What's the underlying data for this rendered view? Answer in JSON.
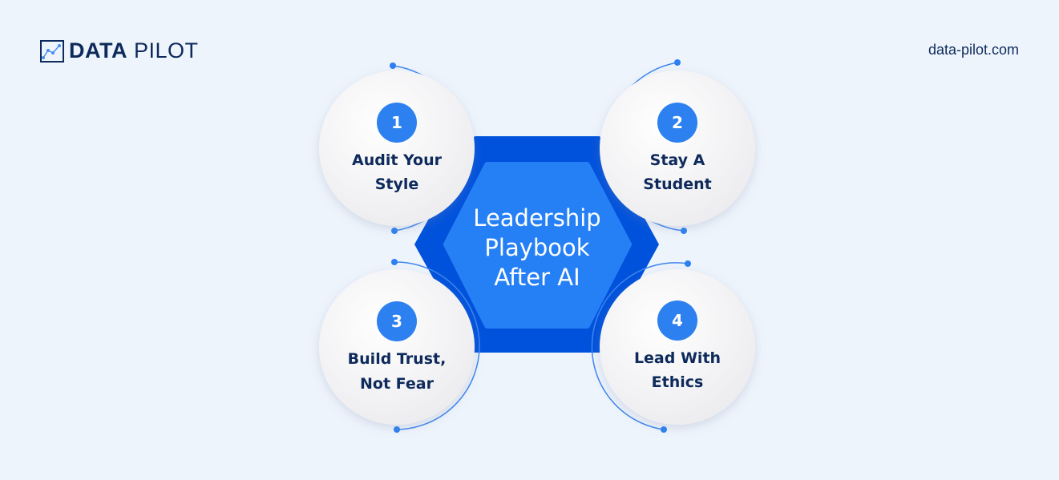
{
  "brand": {
    "bold": "DATA",
    "light": "PILOT",
    "website": "data-pilot.com"
  },
  "center": {
    "lines": [
      "Leadership",
      "Playbook",
      "After AI"
    ]
  },
  "items": [
    {
      "number": "1",
      "lines": [
        "Audit Your",
        "Style"
      ]
    },
    {
      "number": "2",
      "lines": [
        "Stay A",
        "Student"
      ]
    },
    {
      "number": "3",
      "lines": [
        "Build Trust,",
        "Not Fear"
      ]
    },
    {
      "number": "4",
      "lines": [
        "Lead With",
        "Ethics"
      ]
    }
  ],
  "colors": {
    "background": "#eef4fc",
    "dark_blue": "#0051dc",
    "hex_blue": "#2680f5",
    "badge": "#2c80f0",
    "text": "#0e2a5b"
  }
}
